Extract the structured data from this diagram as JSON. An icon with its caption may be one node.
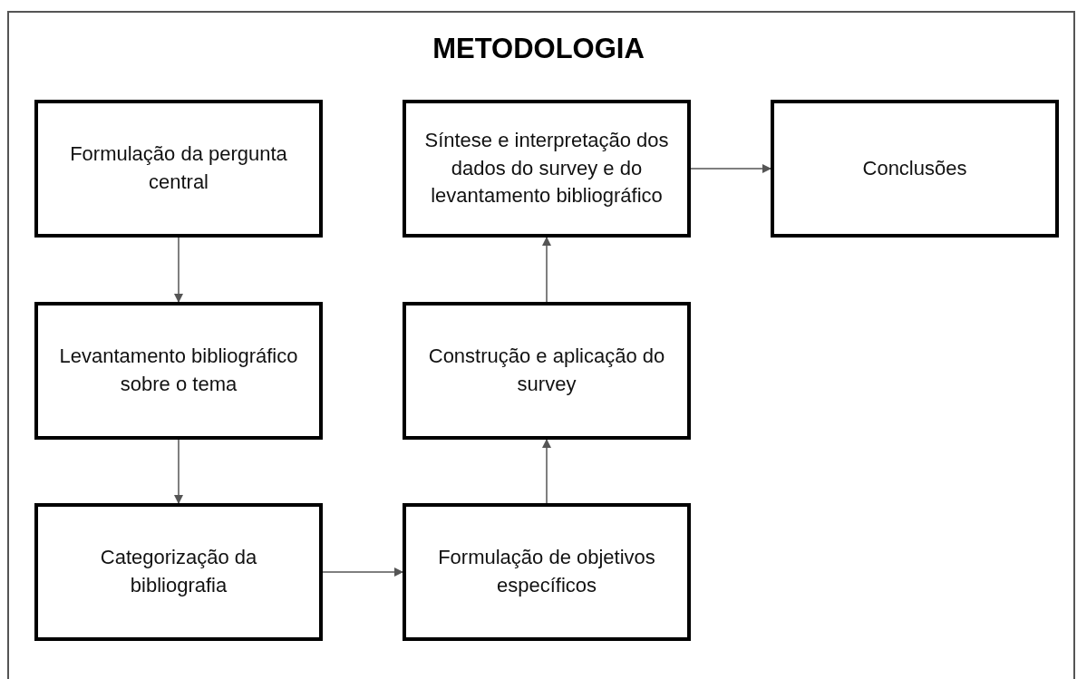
{
  "diagram": {
    "title": "METODOLOGIA",
    "nodes": [
      {
        "text": [
          "Formulação da pergunta central"
        ]
      },
      {
        "text": [
          "Levantamento bibliográfico sobre o tema"
        ]
      },
      {
        "text": [
          "Categorização da bibliografia"
        ]
      },
      {
        "text": [
          "Formulação de objetivos específicos"
        ]
      },
      {
        "text": [
          "Construção e aplicação do survey"
        ]
      },
      {
        "text": [
          "Síntese e interpretação dos dados do survey e do levantamento bibliográfico"
        ]
      },
      {
        "text": [
          "Conclusões"
        ]
      }
    ],
    "edges": [
      {
        "from": 0,
        "to": 1,
        "arrow": "to"
      },
      {
        "from": 1,
        "to": 2,
        "arrow": "to"
      },
      {
        "from": 2,
        "to": 3,
        "arrow": "to"
      },
      {
        "from": 3,
        "to": 4,
        "arrow": "to"
      },
      {
        "from": 4,
        "to": 5,
        "arrow": "to"
      },
      {
        "from": 5,
        "to": 6,
        "arrow": "to"
      }
    ]
  }
}
